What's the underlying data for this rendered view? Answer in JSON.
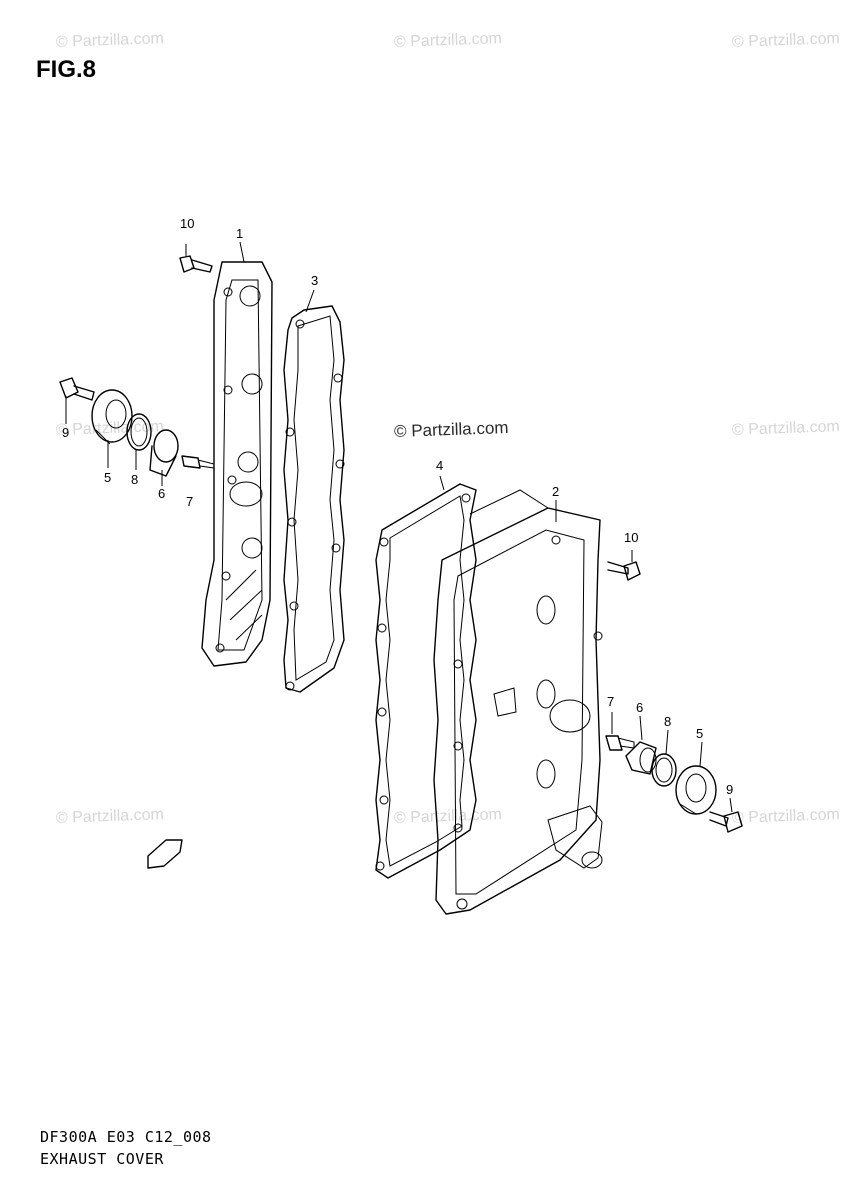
{
  "figure": {
    "label": "FIG.8"
  },
  "watermark": {
    "text": "© Partzilla.com",
    "center_text": "© Partzilla.com"
  },
  "callouts": {
    "left_10": "10",
    "left_1": "1",
    "left_3": "3",
    "left_9": "9",
    "left_5": "5",
    "left_8": "8",
    "left_6": "6",
    "left_7": "7",
    "right_4": "4",
    "right_2": "2",
    "right_10": "10",
    "right_7": "7",
    "right_6": "6",
    "right_8": "8",
    "right_5": "5",
    "right_9": "9"
  },
  "footer": {
    "code": "DF300A E03 C12_008",
    "title": "EXHAUST COVER"
  },
  "icons": {
    "direction": "fwd-arrow-icon"
  },
  "colors": {
    "line": "#000000",
    "watermark": "#d6d6d6"
  }
}
